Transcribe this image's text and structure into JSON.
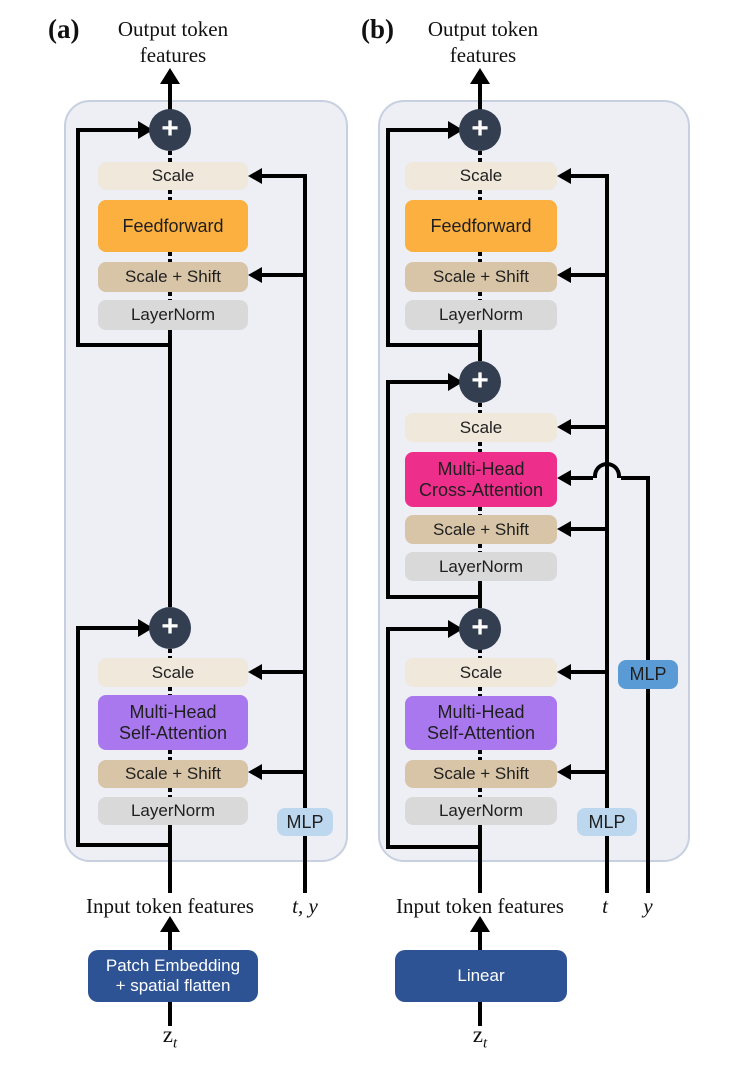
{
  "labels": {
    "plus": "+",
    "scale": "Scale",
    "scale_shift": "Scale + Shift",
    "layernorm": "LayerNorm",
    "feedforward": "Feedforward",
    "self_attn_line1": "Multi-Head",
    "self_attn_line2": "Self-Attention",
    "cross_attn_line1": "Multi-Head",
    "cross_attn_line2": "Cross-Attention",
    "mlp": "MLP",
    "output_line1": "Output token",
    "output_line2": "features",
    "input": "Input token features"
  },
  "panel_a": {
    "tag": "(a)",
    "cond_label": "t, y",
    "embed_line1": "Patch Embedding",
    "embed_line2": "+ spatial flatten",
    "z_base": "z",
    "z_sub": "t"
  },
  "panel_b": {
    "tag": "(b)",
    "cond_t": "t",
    "cond_y": "y",
    "embed": "Linear",
    "z_base": "z",
    "z_sub": "t"
  },
  "colors": {
    "panel_bg": "#edeff5",
    "panel_border": "#c7d0e0",
    "plus_circle": "#333f50",
    "scale": "#efe8db",
    "scale_shift": "#d8c5a7",
    "layernorm": "#d9d9d9",
    "feedforward": "#fbb03f",
    "self_attention": "#a978ee",
    "cross_attention": "#ee2e8b",
    "mlp_light": "#bdd7ee",
    "mlp_dark": "#5b9bd5",
    "embed_blue": "#2e5395",
    "line": "#000000"
  }
}
